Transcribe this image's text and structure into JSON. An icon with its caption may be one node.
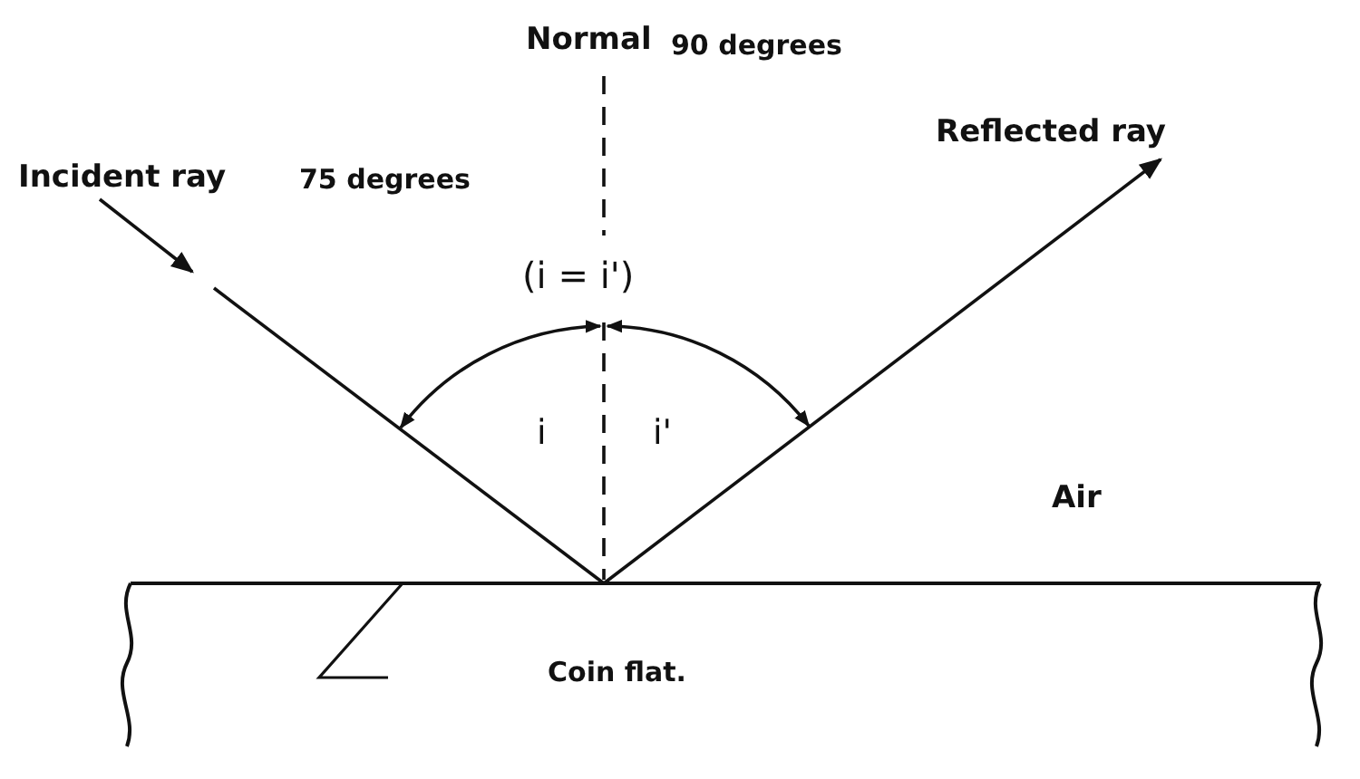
{
  "diagram": {
    "labels": [
      "Normal",
      "90 degrees",
      "Incident ray",
      "75 degrees",
      "Reflected ray",
      "(i = i')",
      "i",
      "i'",
      "Air",
      "Coin flat."
    ]
  }
}
